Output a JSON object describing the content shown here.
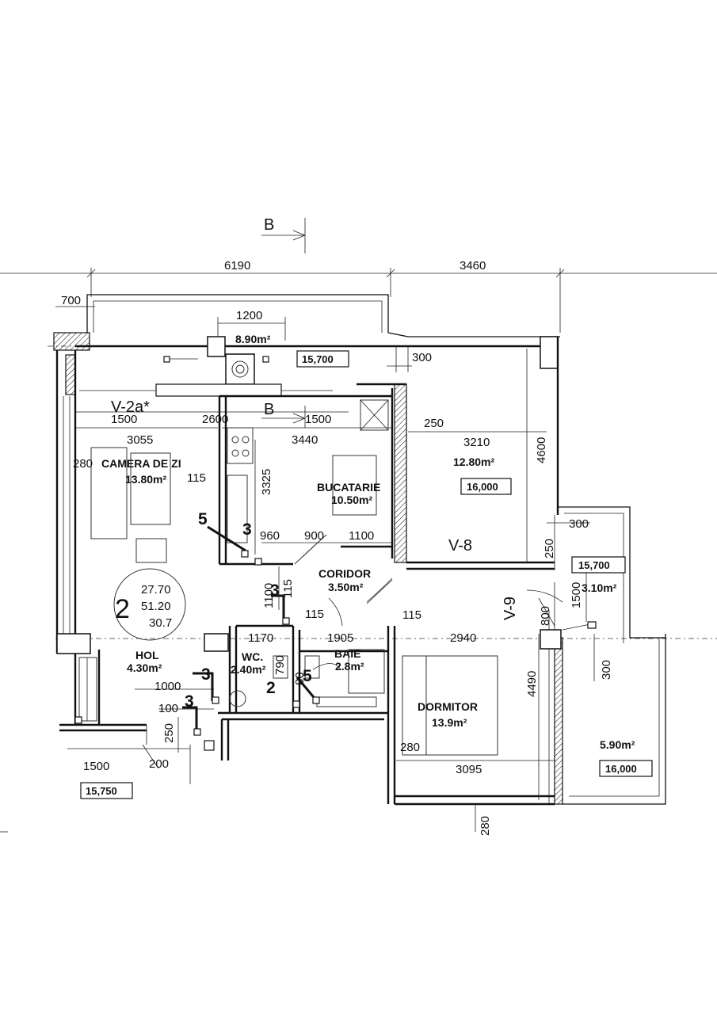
{
  "section_marks": {
    "top": "B",
    "mid": "B"
  },
  "top_dims": {
    "d6190": "6190",
    "d3460": "3460",
    "d700": "700",
    "d1200": "1200",
    "d300": "300"
  },
  "unit": {
    "number": "2",
    "v1": "27.70",
    "v2": "51.20",
    "v3": "30.7"
  },
  "rooms": {
    "balcony_top": {
      "area": "8.90m²"
    },
    "camera": {
      "name": "CAMERA DE ZI",
      "area": "13.80m²"
    },
    "bucatarie": {
      "name": "BUCATARIE",
      "area": "10.50m²"
    },
    "room_right": {
      "area": "12.80m²"
    },
    "coridor": {
      "name": "CORIDOR",
      "area": "3.50m²"
    },
    "hol": {
      "name": "HOL",
      "area": "4.30m²"
    },
    "wc": {
      "name": "WC.",
      "area": "2.40m²"
    },
    "baie": {
      "name": "BAIE",
      "area": "2.8m²"
    },
    "dormitor": {
      "name": "DORMITOR",
      "area": "13.9m²"
    },
    "balcony_right": {
      "area": "3.10m²"
    },
    "terrace": {
      "area": "5.90m²"
    }
  },
  "levels": {
    "l1": "15,700",
    "l2": "16,000",
    "l3": "15,700",
    "l4": "16,000",
    "l5": "15,750"
  },
  "sections": {
    "v2a": "V-2a*",
    "v8": "V-8",
    "v9": "V-9"
  },
  "dims": {
    "d1500a": "1500",
    "d2600": "2600",
    "d1500b": "1500",
    "d250a": "250",
    "d3055": "3055",
    "d3440": "3440",
    "d3210": "3210",
    "d4600": "4600",
    "d280a": "280",
    "d115a": "115",
    "d3325": "3325",
    "d960": "960",
    "d900": "900",
    "d1100a": "1100",
    "d250b": "250",
    "d300b": "300",
    "d1100b": "1100",
    "d115b": "115",
    "d115c": "115",
    "d115d": "115",
    "d1500c": "1500",
    "d800": "800",
    "d1170": "1170",
    "d1905": "1905",
    "d2940": "2940",
    "d790": "790",
    "d80": "80",
    "d4490": "4490",
    "d300c": "300",
    "d1000": "1000",
    "d100": "100",
    "d250c": "250",
    "d1500d": "1500",
    "d200": "200",
    "d280b": "280",
    "d3095": "3095",
    "d280c": "280"
  },
  "pipe_marks": {
    "m5a": "5",
    "m3a": "3",
    "m3b": "3",
    "m3c": "3",
    "m3d": "3",
    "m2": "2",
    "m5b": "5"
  }
}
